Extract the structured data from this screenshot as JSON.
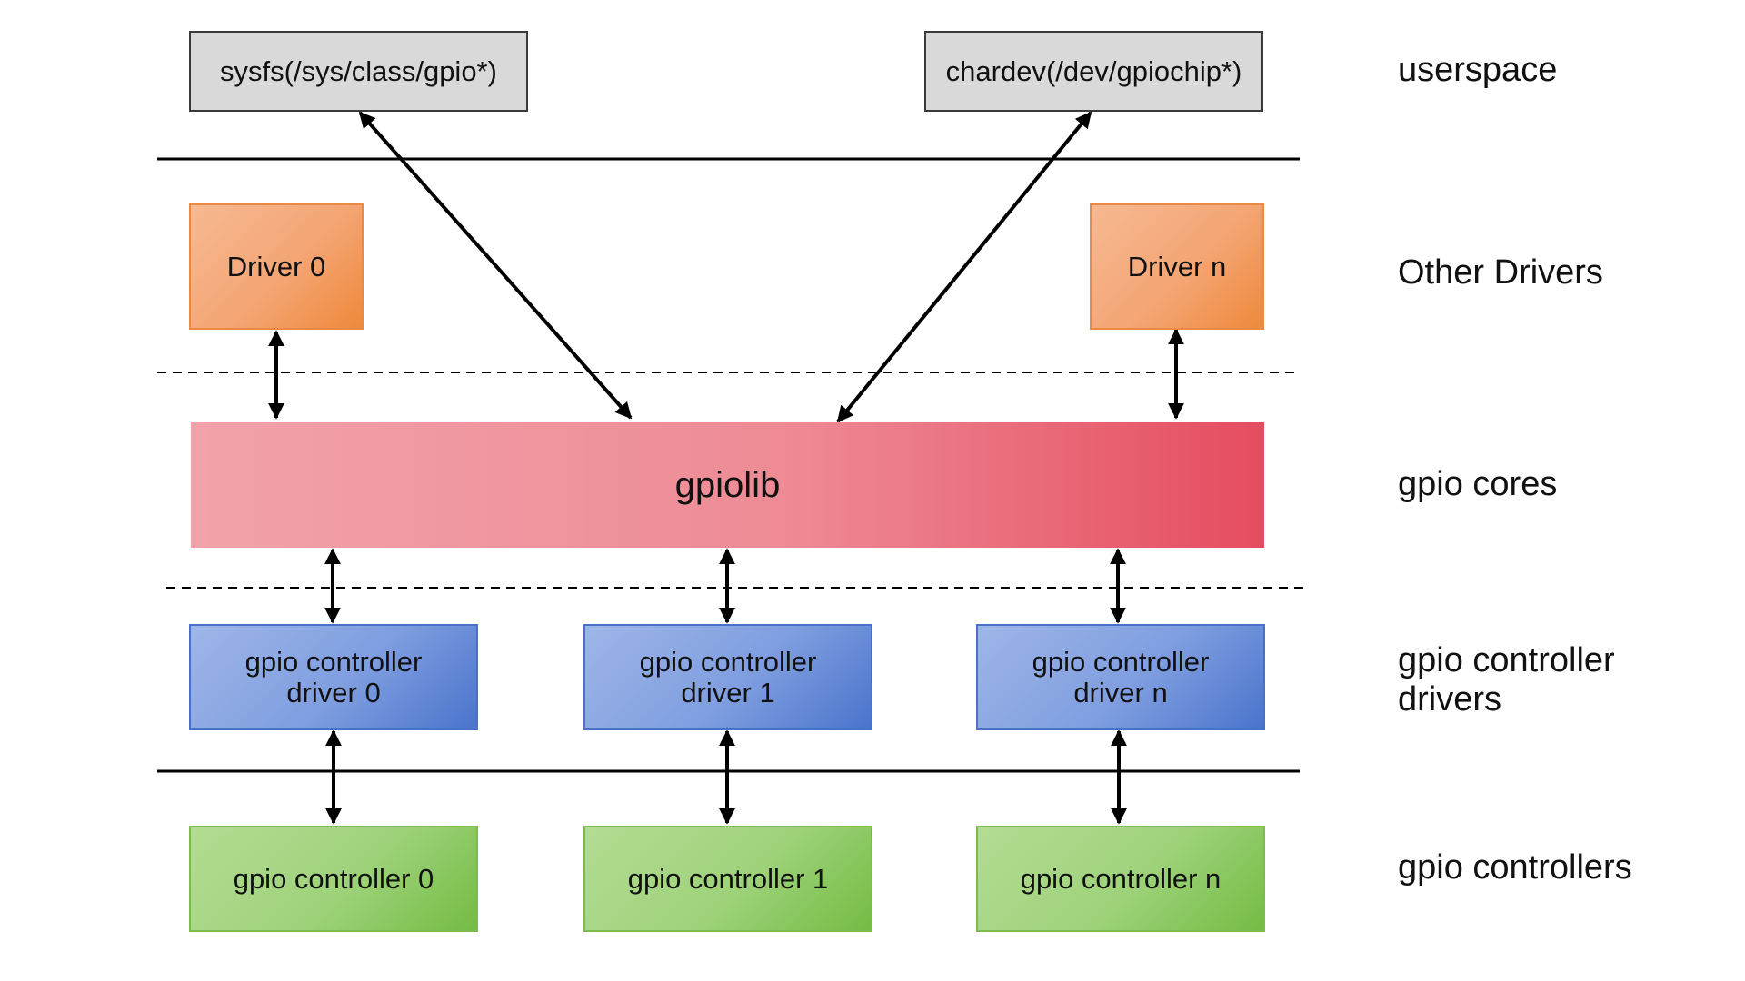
{
  "userspace": {
    "sysfs_label": "sysfs(/sys/class/gpio*)",
    "chardev_label": "chardev(/dev/gpiochip*)"
  },
  "drivers": {
    "driver0_label": "Driver 0",
    "drivern_label": "Driver n"
  },
  "core": {
    "gpiolib_label": "gpiolib"
  },
  "controller_drivers": [
    {
      "label": "gpio controller\ndriver 0"
    },
    {
      "label": "gpio controller\ndriver 1"
    },
    {
      "label": "gpio controller\ndriver n"
    }
  ],
  "controllers": [
    {
      "label": "gpio controller 0"
    },
    {
      "label": "gpio controller 1"
    },
    {
      "label": "gpio controller n"
    }
  ],
  "layers": {
    "userspace": "userspace",
    "other_drivers": "Other Drivers",
    "gpio_cores": "gpio cores",
    "controller_drivers": "gpio controller\ndrivers",
    "controllers": "gpio controllers"
  },
  "colors": {
    "userspace_box": "#d9d9d9",
    "driver_box": "#f4a574",
    "gpiolib_box": "#ee8b95",
    "controller_driver_box": "#7f9ee0",
    "controller_box": "#9ed27a"
  }
}
